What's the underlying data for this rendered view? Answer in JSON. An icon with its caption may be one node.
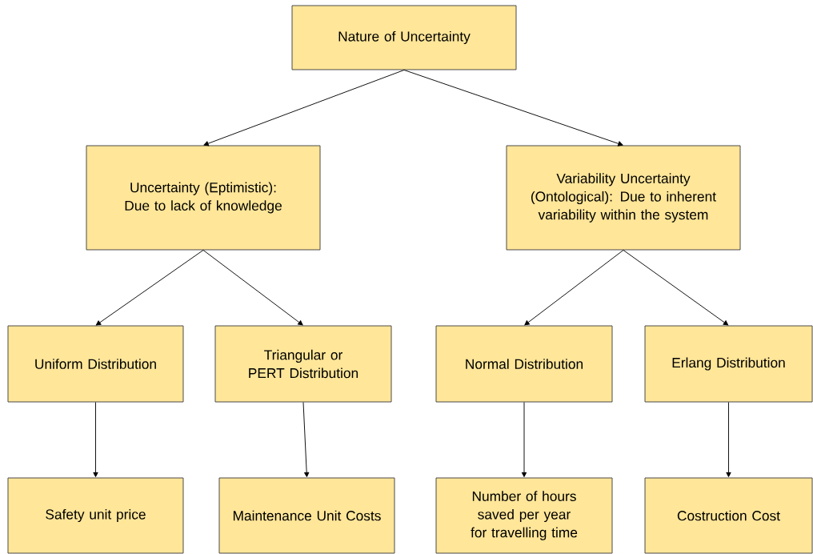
{
  "diagram": {
    "nodes": [
      {
        "text": [
          "Nature of Uncertainty"
        ]
      },
      {
        "text": [
          "Uncertainty (Eptimistic): Due to lack of knowledge"
        ]
      },
      {
        "text": [
          "Variability Uncertainty (Ontological): Due to inherent variability within the system"
        ]
      },
      {
        "text": [
          "Uniform Distribution"
        ]
      },
      {
        "text": [
          "Triangular or PERT Distribution"
        ]
      },
      {
        "text": [
          "Normal Distribution"
        ]
      },
      {
        "text": [
          "Erlang Distribution"
        ]
      },
      {
        "text": [
          "Safety unit price"
        ]
      },
      {
        "text": [
          "Maintenance Unit Costs"
        ]
      },
      {
        "text": [
          "Number of hours saved per year for travelling time"
        ]
      },
      {
        "text": [
          "Costruction Cost"
        ]
      }
    ],
    "edges": [
      {
        "from": 0,
        "to": 1,
        "arrow": "to"
      },
      {
        "from": 0,
        "to": 2,
        "arrow": "to"
      },
      {
        "from": 1,
        "to": 3,
        "arrow": "to"
      },
      {
        "from": 1,
        "to": 4,
        "arrow": "to"
      },
      {
        "from": 2,
        "to": 5,
        "arrow": "to"
      },
      {
        "from": 2,
        "to": 6,
        "arrow": "to"
      },
      {
        "from": 3,
        "to": 7,
        "arrow": "to"
      },
      {
        "from": 4,
        "to": 8,
        "arrow": "to"
      },
      {
        "from": 5,
        "to": 9,
        "arrow": "to"
      },
      {
        "from": 6,
        "to": 10,
        "arrow": "to"
      }
    ]
  }
}
